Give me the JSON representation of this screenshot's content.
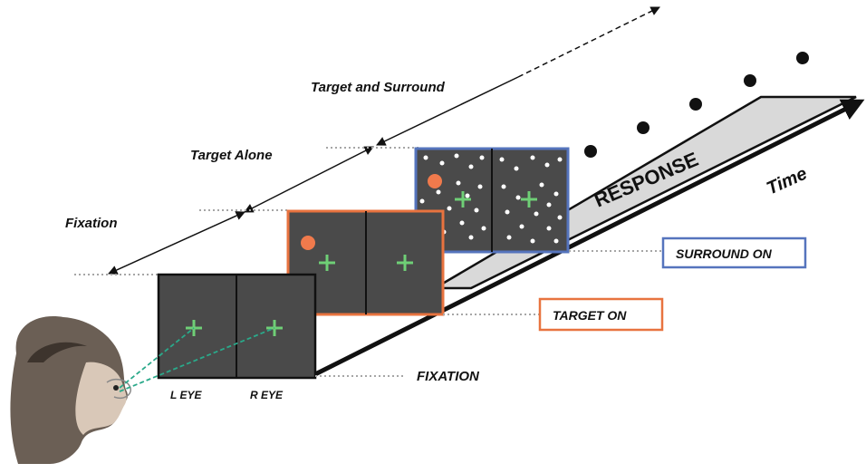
{
  "diagram": {
    "phase_labels": {
      "target_and_surround": "Target and Surround",
      "target_alone": "Target Alone",
      "fixation": "Fixation"
    },
    "event_labels": {
      "surround_on": "SURROUND ON",
      "target_on": "TARGET ON",
      "fixation": "FIXATION"
    },
    "eye_labels": {
      "left": "L EYE",
      "right": "R EYE"
    },
    "response_label": "RESPONSE",
    "time_label": "Time",
    "colors": {
      "screen_fill": "#4a4a4a",
      "cross_green": "#6fcf76",
      "target_orange": "#f07a4c",
      "surround_box": "#5574bd",
      "target_box": "#e8733f",
      "band_fill": "#d9d9d9",
      "dotted_gray": "#a6a6a6"
    },
    "icons": {
      "observer": "observer-head-photo",
      "crosshair": "fixation-cross-icon",
      "target": "target-dot-icon"
    }
  }
}
